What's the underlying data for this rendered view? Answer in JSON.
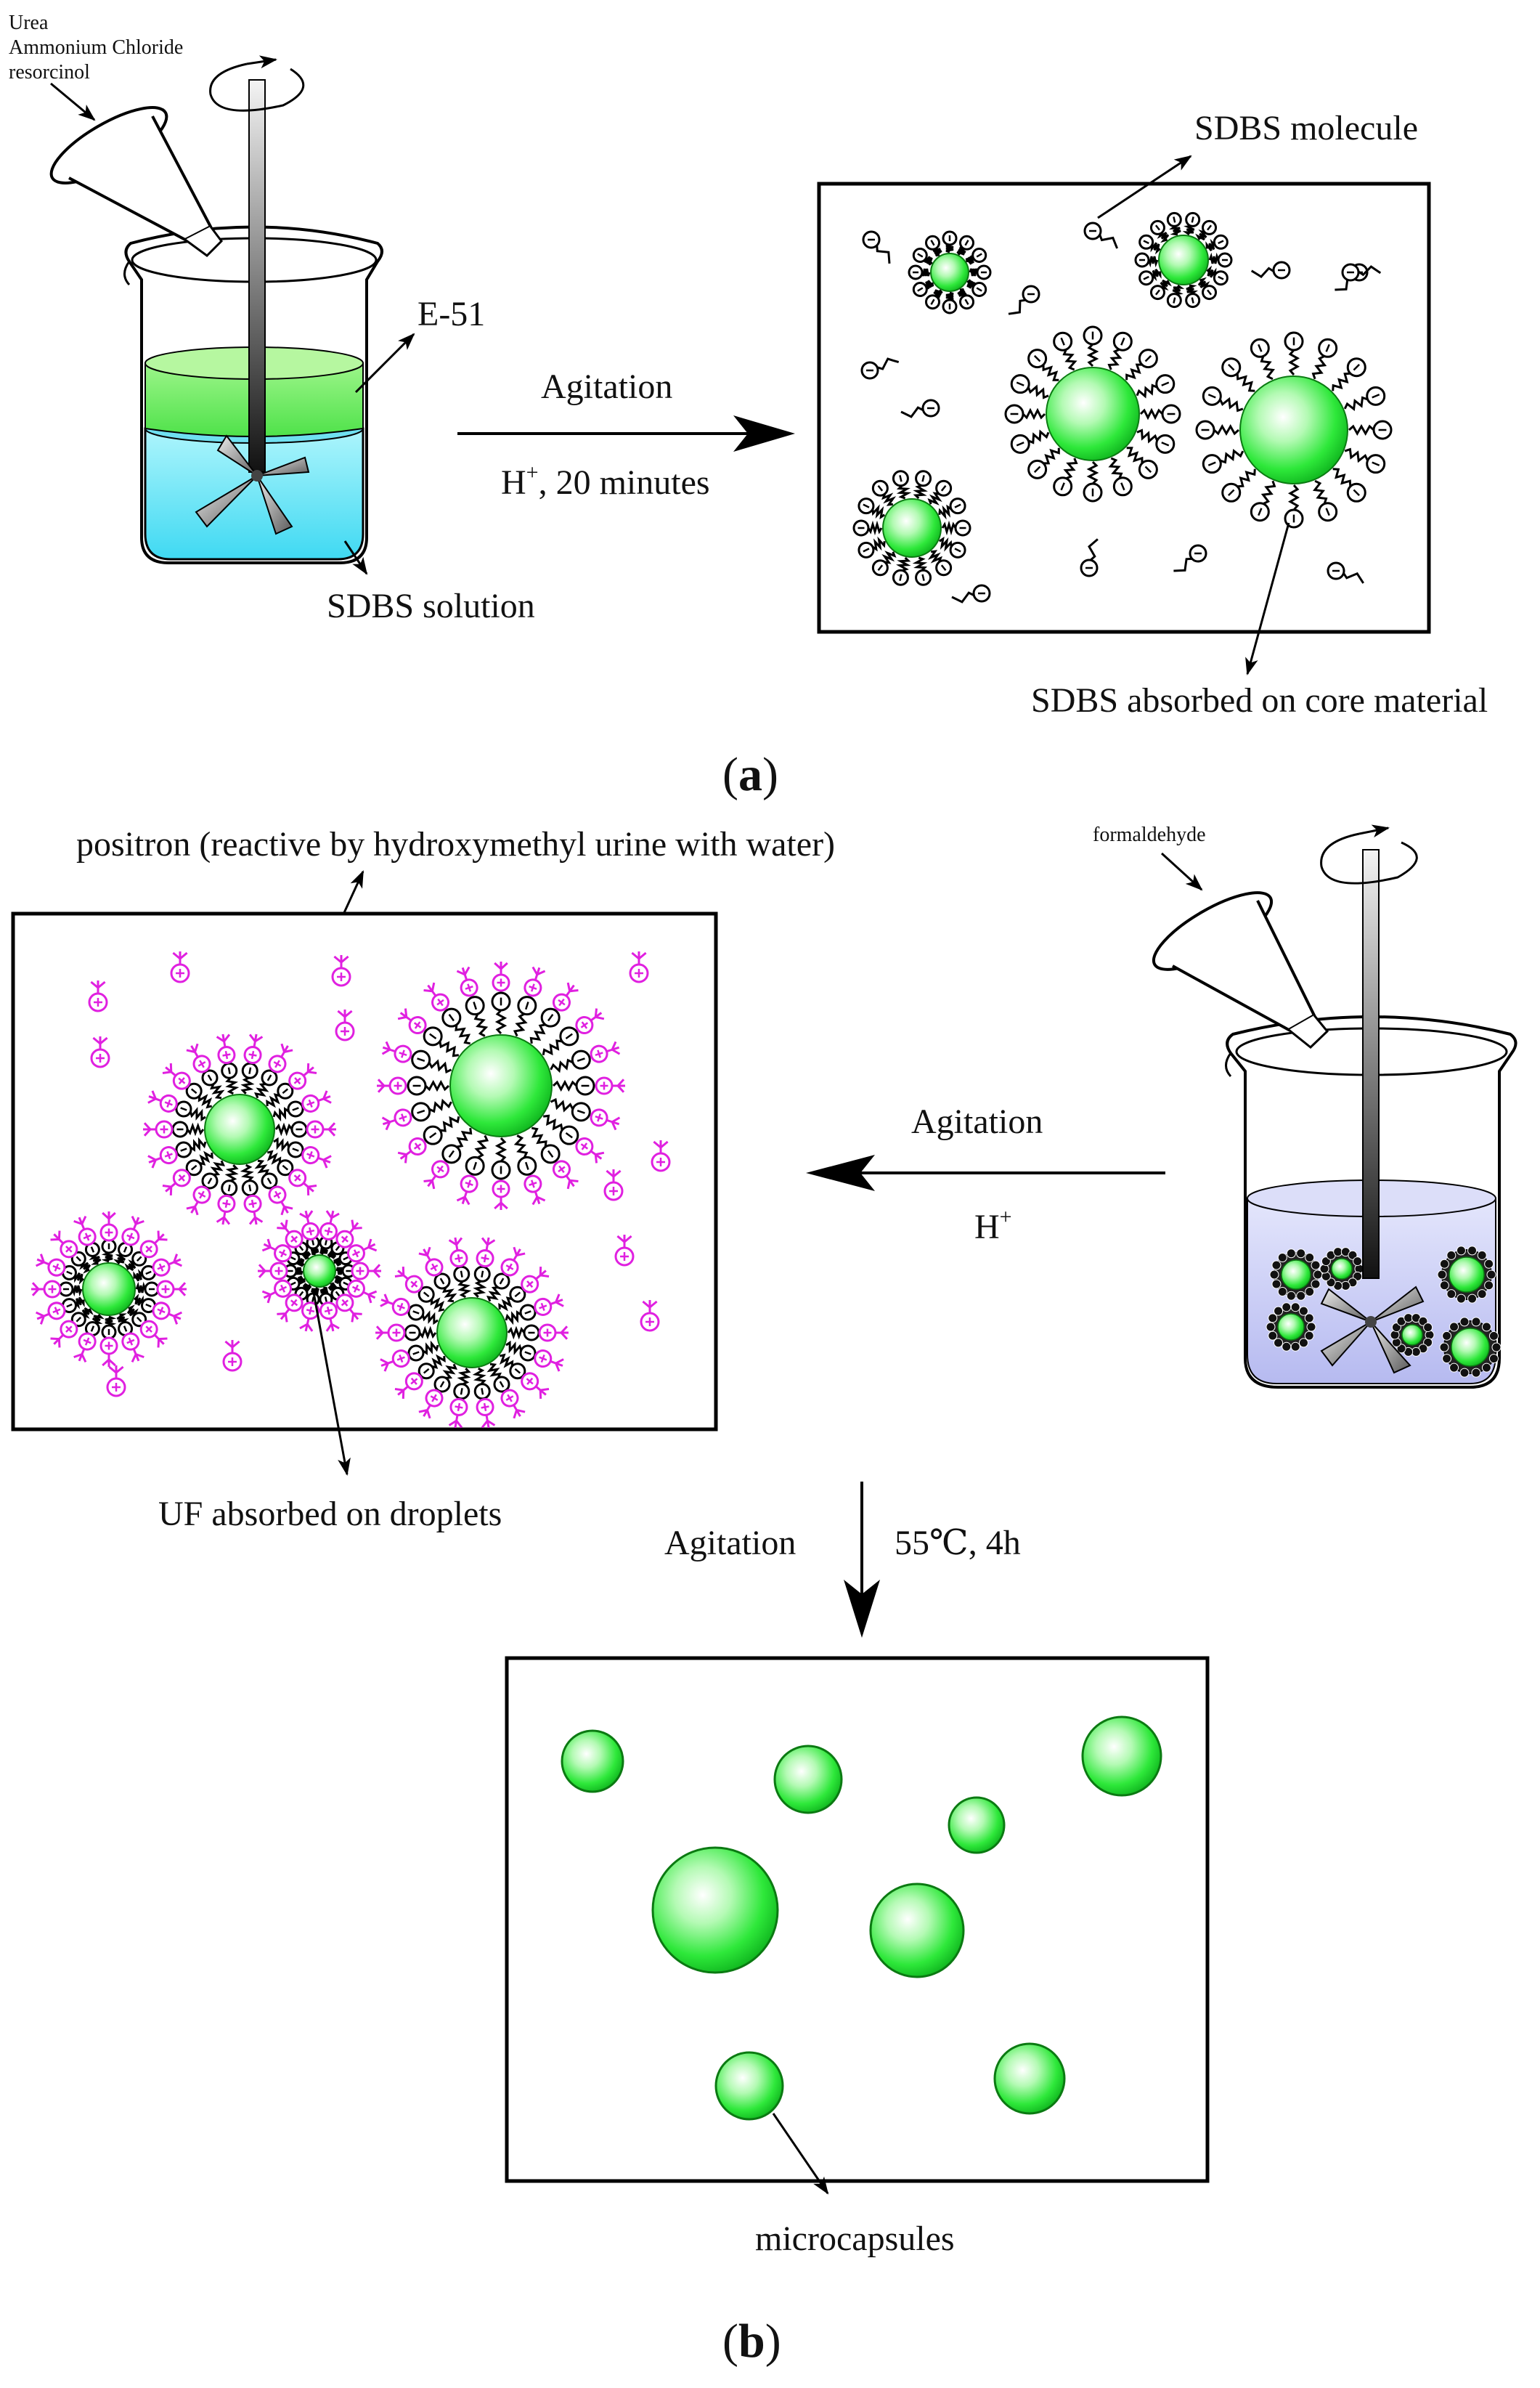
{
  "panel_a": {
    "tag_open": "(",
    "tag_letter": "a",
    "tag_close": ")",
    "funnel_reagents": [
      "Urea",
      "Ammonium Chloride",
      "resorcinol"
    ],
    "oil_layer_label": "E-51",
    "solution_label": "SDBS solution",
    "arrow_top_label": "Agitation",
    "arrow_bottom_label_h": "H",
    "arrow_bottom_label_sup": "+",
    "arrow_bottom_label_rest": ", 20 minutes",
    "molecule_label": "SDBS molecule",
    "absorbed_label": "SDBS absorbed on core material"
  },
  "panel_b": {
    "tag_open": "(",
    "tag_letter": "b",
    "tag_close": ")",
    "funnel_reagent": "formaldehyde",
    "positron_label": "positron (reactive by hydroxymethyl urine with water)",
    "arrow_top_label": "Agitation",
    "arrow_bottom_label_h": "H",
    "arrow_bottom_label_sup": "+",
    "uf_label": "UF absorbed on droplets",
    "down_arrow_left_label": "Agitation",
    "down_arrow_right_label": "55℃, 4h",
    "microcapsules_label": "microcapsules"
  },
  "colors": {
    "core_green": "#2ee83a",
    "oil_green": "#7cf060",
    "water_cyan": "#5ee6f7",
    "solution_lavender": "#c9ccf5",
    "ion_magenta": "#e020e0",
    "outline": "#000000"
  },
  "icons": [
    "funnel-icon",
    "stirrer-icon",
    "rotation-arrow-icon",
    "beaker-icon",
    "surfactant-molecule-icon",
    "positron-ion-icon"
  ]
}
